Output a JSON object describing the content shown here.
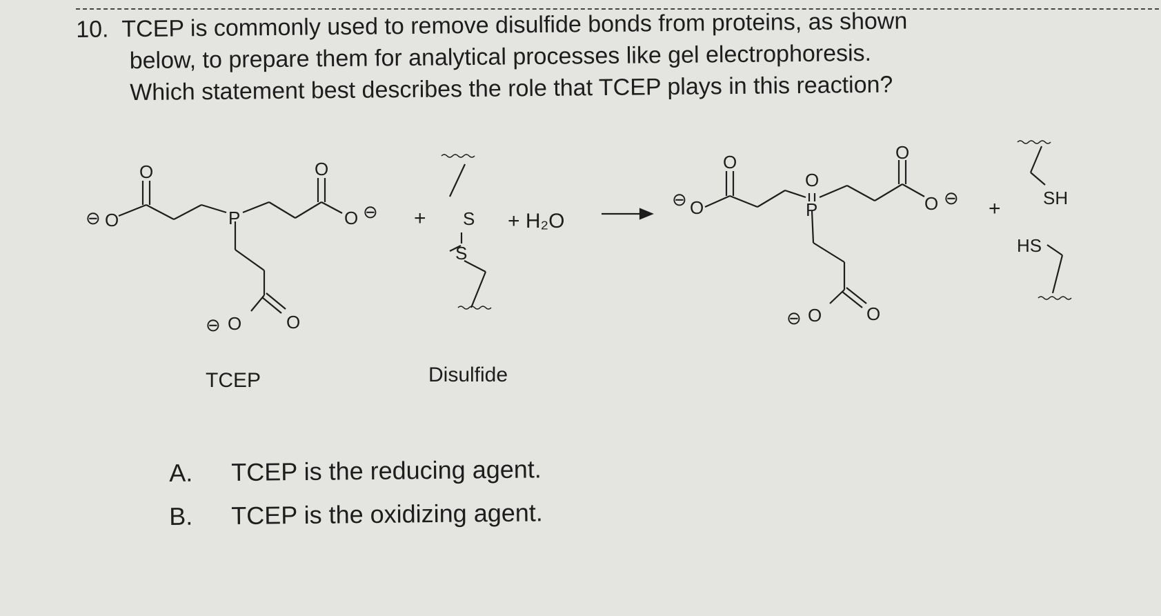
{
  "question": {
    "number": "10.",
    "line1": "TCEP is commonly used to remove disulfide bonds from proteins, as shown",
    "line2": "below, to prepare them for analytical processes like gel electrophoresis.",
    "line3": "Which statement best describes the role that TCEP plays in this reaction?"
  },
  "scheme": {
    "tcep_label": "TCEP",
    "disulfide_label": "Disulfide",
    "plus": "+",
    "water": "+ H₂O",
    "atoms": {
      "oxygen": "O",
      "phosphorus": "P",
      "sulfur": "S",
      "thiol_right": "SH",
      "thiol_left": "HS",
      "charge": "⊖"
    }
  },
  "choices": [
    {
      "letter": "A.",
      "text": "TCEP is the reducing agent."
    },
    {
      "letter": "B.",
      "text": "TCEP is the oxidizing agent."
    }
  ]
}
